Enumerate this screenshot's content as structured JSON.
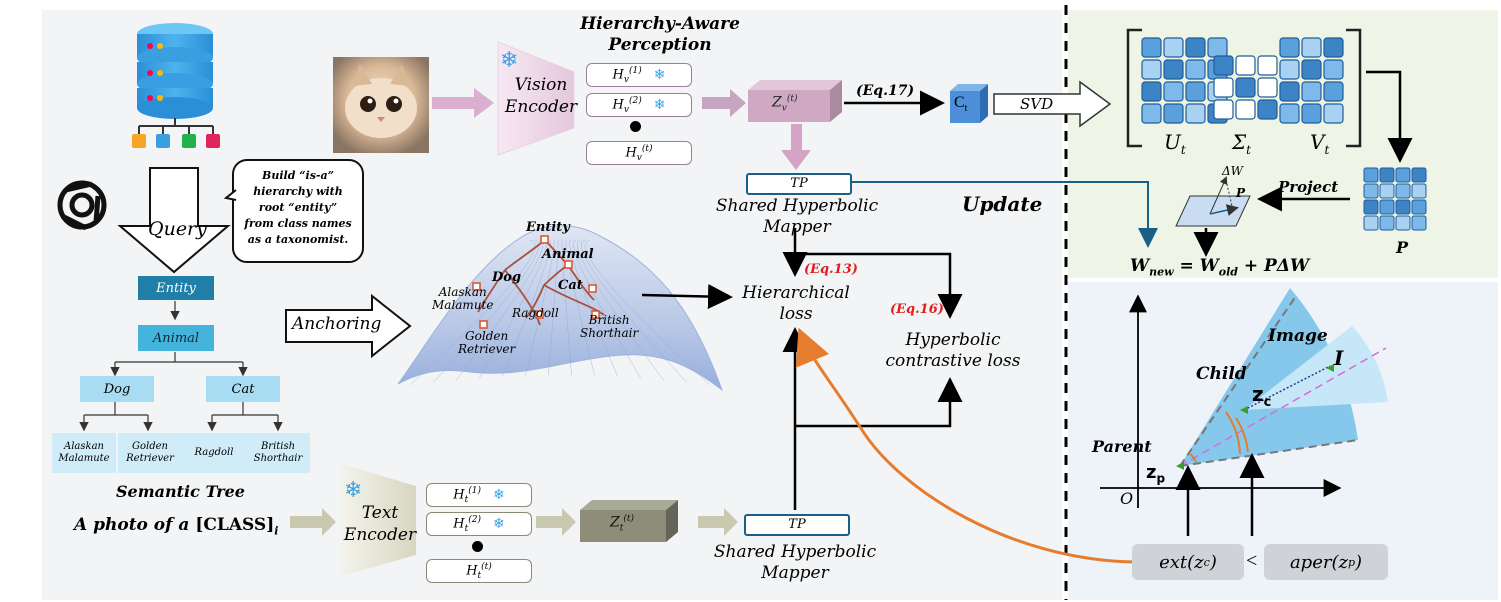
{
  "top": {
    "title_line1": "Hierarchy-Aware",
    "title_line2": "Perception",
    "vision_encoder_line1": "Vision",
    "vision_encoder_line2": "Encoder",
    "hv": [
      "H",
      "H",
      "H"
    ],
    "hv_sub": [
      "v",
      "v",
      "v"
    ],
    "hv_sup": [
      "(1)",
      "(2)",
      "(t)"
    ],
    "zv_main": "Z",
    "zv_sub": "v",
    "zv_sup": "(t)",
    "eq17": "(Eq.17)",
    "ct_main": "C",
    "ct_sub": "t",
    "svd": "SVD",
    "tp": "TP",
    "mapper_line1": "Shared Hyperbolic",
    "mapper_line2": "Mapper",
    "update": "Update"
  },
  "matrices": {
    "u": "U",
    "sigma": "Σ",
    "v": "V",
    "sub": "t",
    "project": "Project",
    "p": "P",
    "delta_w": "ΔW",
    "p_small": "P",
    "formula": "W_new = W_old + PΔW",
    "w": "W",
    "new": "new",
    "old": "old",
    "plus_p_dw": "+ PΔW",
    "eq": "="
  },
  "left": {
    "query": "Query",
    "prompt_lines": [
      "Build “is-a”",
      "hierarchy with",
      "root “entity”",
      "from class names",
      "as a taxonomist."
    ],
    "tree": {
      "entity": "Entity",
      "animal": "Animal",
      "dog": "Dog",
      "cat": "Cat",
      "leaves": [
        [
          "Alaskan",
          "Malamute"
        ],
        [
          "Golden",
          "Retriever"
        ],
        [
          "Ragdoll",
          ""
        ],
        [
          "British",
          "Shorthair"
        ]
      ]
    },
    "semantic_tree": "Semantic Tree",
    "anchoring": "Anchoring",
    "photo_prefix": "A photo of a ",
    "photo_class": "[CLASS]",
    "photo_sub": "i"
  },
  "hyperbolic": {
    "entity": "Entity",
    "animal": "Animal",
    "dog": "Dog",
    "cat": "Cat",
    "alaskan": [
      "Alaskan",
      "Malamute"
    ],
    "golden": [
      "Golden",
      "Retriever"
    ],
    "ragdoll": "Ragdoll",
    "british": [
      "British",
      "Shorthair"
    ]
  },
  "losses": {
    "eq13": "(Eq.13)",
    "hier_line1": "Hierarchical",
    "hier_line2": "loss",
    "eq16": "(Eq.16)",
    "contrast_line1": "Hyperbolic",
    "contrast_line2": "contrastive loss"
  },
  "bottom": {
    "text_encoder_line1": "Text",
    "text_encoder_line2": "Encoder",
    "ht": [
      "H",
      "H",
      "H"
    ],
    "ht_sub": [
      "t",
      "t",
      "t"
    ],
    "ht_sup": [
      "(1)",
      "(2)",
      "(t)"
    ],
    "zt_main": "Z",
    "zt_sub": "t",
    "zt_sup": "(t)",
    "tp": "TP",
    "mapper_line1": "Shared Hyperbolic",
    "mapper_line2": "Mapper"
  },
  "cone": {
    "image": "Image",
    "i": "I",
    "child": "Child",
    "zc": "z",
    "zc_sub": "c",
    "parent": "Parent",
    "zp": "z",
    "zp_sub": "p",
    "origin": "O",
    "ext": "ext(z",
    "ext_sub": "c",
    "ext_close": ")",
    "lt": "<",
    "aper": "aper(z",
    "aper_sub": "p",
    "aper_close": ")"
  },
  "colors": {
    "green_bg": "#eef4e6",
    "blue_bg": "#eef3f9",
    "gray_bg": "#f3f4f5",
    "tree_dark": "#1f7fa8",
    "tree_mid": "#45b4dc",
    "tree_light": "#a8dcf2",
    "tree_leaf": "#cfecf8",
    "red_eq": "#e01e1e",
    "orange": "#e67c2e",
    "teal_line": "#1a5f86",
    "cone_blue": "#7fc5ea",
    "cone_light": "#c6e7f7"
  }
}
